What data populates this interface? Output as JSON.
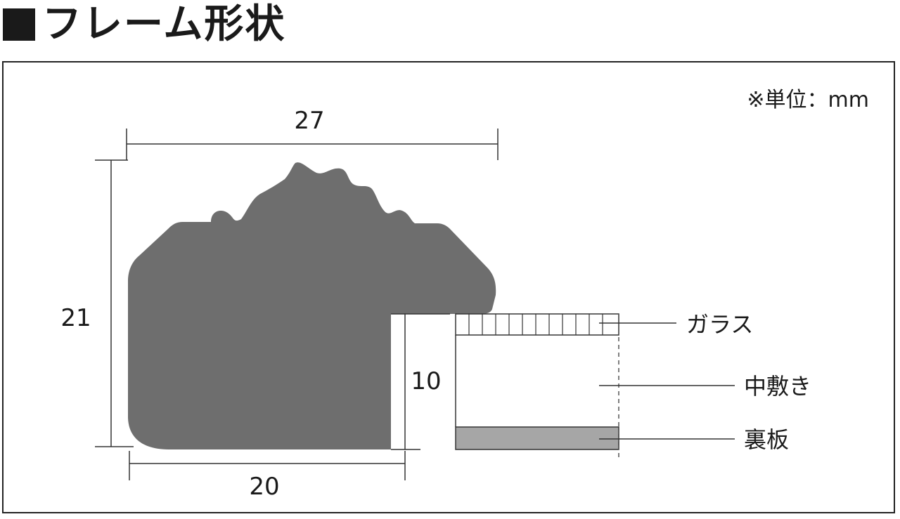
{
  "header": {
    "title": "フレーム形状"
  },
  "unit_note": "※単位：mm",
  "dimensions": {
    "width_top": "27",
    "height_total": "21",
    "rebate_depth": "10",
    "width_bottom": "20"
  },
  "parts": {
    "glass": "ガラス",
    "mat": "中敷き",
    "backboard": "裏板"
  },
  "colors": {
    "frame_profile": "#6e6e6e",
    "backboard": "#a6a6a6",
    "line": "#333333"
  }
}
